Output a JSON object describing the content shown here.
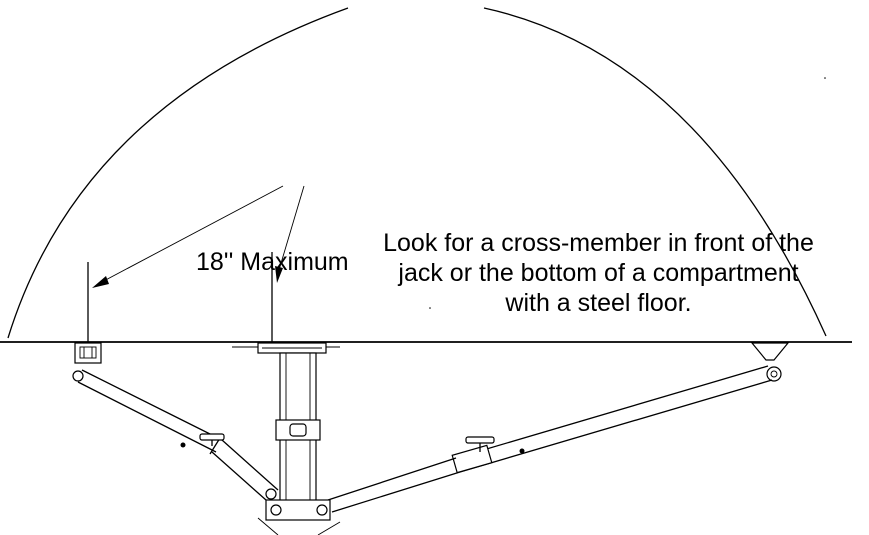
{
  "diagram": {
    "max_label": "18'' Maximum",
    "note_lines": [
      "Look for a cross-member in front of the",
      "jack or the bottom of a compartment",
      "with a steel floor."
    ]
  }
}
